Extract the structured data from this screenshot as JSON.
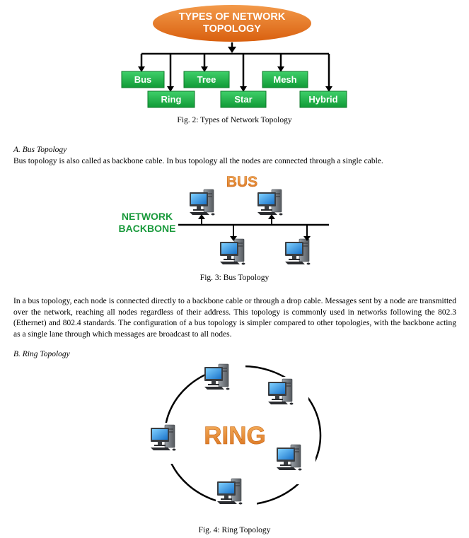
{
  "figure2": {
    "title_line1": "TYPES OF NETWORK",
    "title_line2": "TOPOLOGY",
    "boxes": [
      "Bus",
      "Ring",
      "Tree",
      "Star",
      "Mesh",
      "Hybrid"
    ],
    "caption": "Fig. 2: Types of Network Topology",
    "colors": {
      "oval": "#e8731e",
      "box": "#1fb24a",
      "line": "#000000"
    }
  },
  "section_a": {
    "heading": "A.   Bus Topology",
    "intro": "Bus topology is also called as backbone cable. In bus topology all the nodes are connected through a single cable."
  },
  "figure3": {
    "bus_label": "BUS",
    "network_label_line1": "NETWORK",
    "network_label_line2": "BACKBONE",
    "caption": "Fig. 3: Bus Topology",
    "colors": {
      "bus_text": "#e8923a",
      "network_text": "#1a9a3c"
    }
  },
  "section_a_body": "In a bus topology, each node is connected directly to a backbone cable or through a drop cable. Messages sent by a node are transmitted over the network, reaching all nodes regardless of their address. This topology is commonly used in networks following the 802.3 (Ethernet) and 802.4 standards. The configuration of a bus topology is simpler compared to other topologies, with the backbone acting as a single lane through which messages are broadcast to all nodes.",
  "section_b": {
    "heading": "B.   Ring Topology"
  },
  "figure4": {
    "ring_label": "RING",
    "caption": "Fig. 4: Ring Topology",
    "colors": {
      "ring_text": "#e8923a"
    }
  }
}
